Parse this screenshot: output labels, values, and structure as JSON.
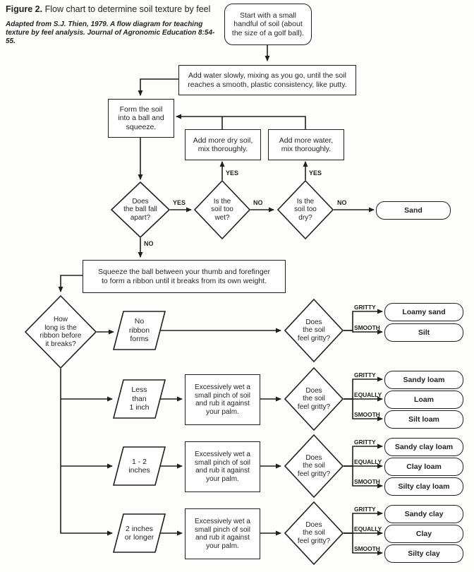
{
  "figure": {
    "label": "Figure 2.",
    "title": "Flow chart to determine soil texture by feel",
    "source": "Adapted from S.J. Thien, 1979. A flow diagram for teaching texture by feel analysis. Journal of Agronomic Education 8:54-55."
  },
  "decision_labels": {
    "yes": "YES",
    "no": "NO",
    "gritty": "GRITTY",
    "equally": "EQUALLY",
    "smooth": "SMOOTH"
  },
  "nodes": {
    "start": "Start with a small\nhandful of soil (about\nthe size of a golf ball).",
    "add_water": "Add water slowly, mixing as you go, until the soil\nreaches a smooth, plastic consistency, like putty.",
    "form_ball": "Form the soil\ninto a ball and\nsqueeze.",
    "add_dry_soil": "Add more dry soil,\nmix thoroughly.",
    "add_more_water": "Add more water,\nmix thoroughly.",
    "ball_fall_apart": "Does\nthe ball fall\napart?",
    "soil_too_wet": "Is the\nsoil too\nwet?",
    "soil_too_dry": "Is the\nsoil too\ndry?",
    "squeeze_ribbon": "Squeeze the ball between your thumb and forefinger\nto form a ribbon until it breaks from its own weight.",
    "ribbon_length": "How\nlong is the\nribbon before\nit breaks?",
    "feel_gritty": "Does\nthe soil\nfeel gritty?",
    "wet_pinch": "Excessively wet a\nsmall pinch of soil\nand rub it against\nyour palm."
  },
  "terminals": {
    "sand": "Sand"
  },
  "ribbon_rows": [
    {
      "length": "No\nribbon\nforms",
      "results": [
        "Loamy sand",
        "Silt"
      ]
    },
    {
      "length": "Less\nthan\n1 inch",
      "results": [
        "Sandy loam",
        "Loam",
        "Silt loam"
      ]
    },
    {
      "length": "1 - 2\ninches",
      "results": [
        "Sandy clay loam",
        "Clay loam",
        "Silty clay loam"
      ]
    },
    {
      "length": "2 inches\nor longer",
      "results": [
        "Sandy clay",
        "Clay",
        "Silty clay"
      ]
    }
  ],
  "colors": {
    "ink": "#231f20",
    "background": "#fdfdfc"
  }
}
